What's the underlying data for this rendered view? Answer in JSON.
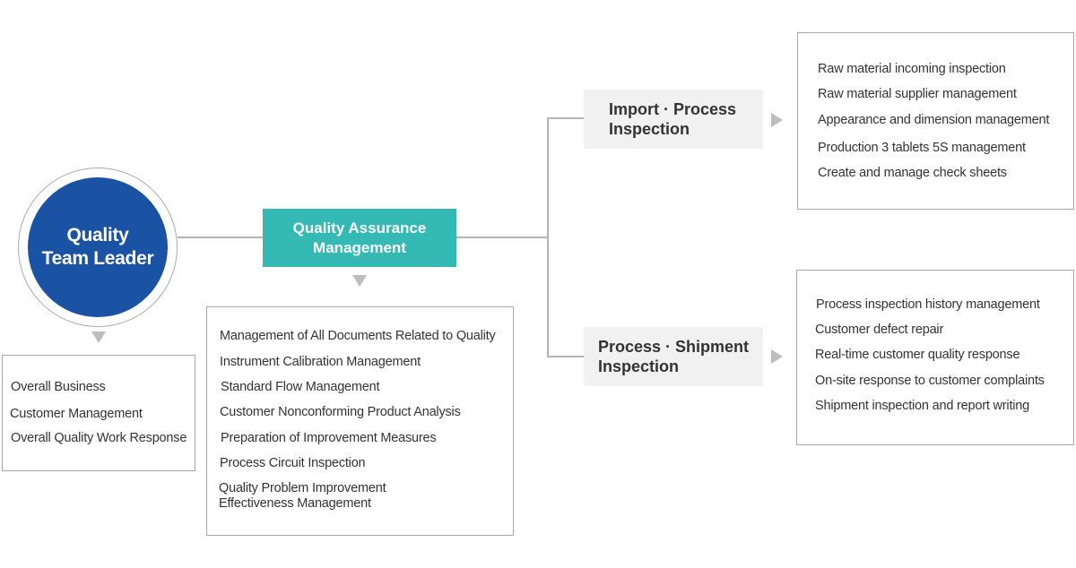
{
  "leader": {
    "title_line1": "Quality",
    "title_line2": "Team Leader",
    "color": "#1a53a4",
    "duties": [
      "Overall Business",
      "Customer Management",
      "Overall Quality Work Response"
    ]
  },
  "qa": {
    "title_line1": "Quality Assurance",
    "title_line2": "Management",
    "color": "#34b9b4",
    "duties": [
      "Management of All Documents Related to Quality",
      "Instrument Calibration Management",
      "Standard Flow Management",
      "Customer Nonconforming Product Analysis",
      "Preparation of Improvement Measures",
      "Process Circuit Inspection",
      "Quality Problem Improvement",
      "Effectiveness Management"
    ]
  },
  "import_process": {
    "title_line1": "Import · Process",
    "title_line2": "Inspection",
    "duties": [
      "Raw material incoming inspection",
      "Raw material supplier management",
      "Appearance and dimension management",
      "Production 3 tablets 5S management",
      "Create and manage check sheets"
    ]
  },
  "process_shipment": {
    "title_line1": "Process · Shipment",
    "title_line2": "Inspection",
    "duties": [
      "Process inspection history management",
      "Customer defect repair",
      "Real-time customer quality response",
      "On-site response to customer complaints",
      "Shipment inspection and report writing"
    ]
  }
}
